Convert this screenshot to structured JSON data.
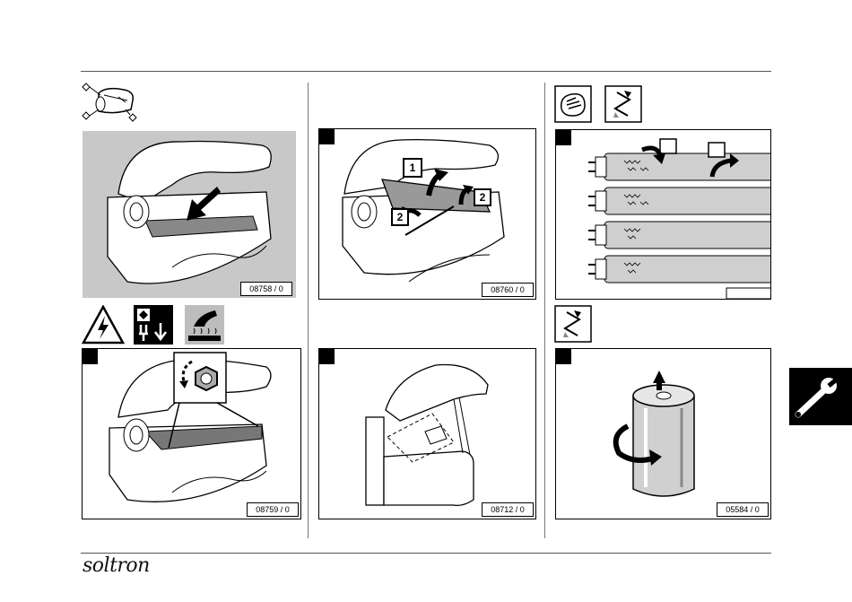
{
  "panels": {
    "p1": {
      "code": "08758 / 0"
    },
    "p2": {
      "code": "08760 / 0",
      "callouts": [
        "1",
        "2",
        "2"
      ]
    },
    "p3": {
      "code": ""
    },
    "p4": {
      "code": "08759 / 0"
    },
    "p5": {
      "code": "08712 / 0"
    },
    "p6": {
      "code": "05584 / 0"
    }
  },
  "icons": {
    "top_left": "solarium-bed-icon",
    "safety": [
      "high-voltage-warning-icon",
      "disconnect-power-icon",
      "hot-surface-icon"
    ],
    "col3_top": [
      "wear-gloves-icon",
      "rotate-remove-icon"
    ],
    "col3_mid": "rotate-remove-icon",
    "side_tab": "wrench-icon"
  },
  "brand": {
    "logo_text": "soltron"
  },
  "colors": {
    "text": "#000000",
    "panel_gray": "#c8c8c8",
    "tab_bg": "#000000"
  }
}
